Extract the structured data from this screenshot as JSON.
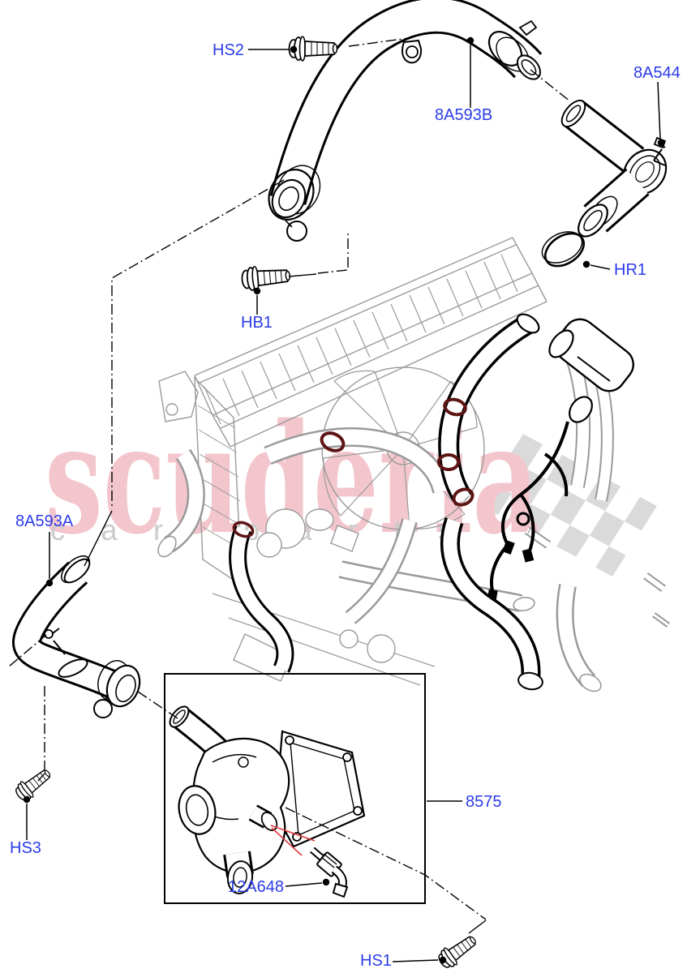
{
  "watermark": {
    "brand": "scuderia",
    "tagline": "car parts",
    "brand_color": "#F3C6CD",
    "tagline_color": "#CBCBCB",
    "flag_color": "#DADADA"
  },
  "diagram": {
    "label_color": "#2B3CE8",
    "arrow_color": "#E23B3B",
    "highlight_color": "#5D1414",
    "line_color": "#000000",
    "background_art_color": "#9A9A9A",
    "parts": [
      {
        "id": "hs2",
        "code": "HS2"
      },
      {
        "id": "8a593b",
        "code": "8A593B"
      },
      {
        "id": "8a544",
        "code": "8A544"
      },
      {
        "id": "hr1",
        "code": "HR1"
      },
      {
        "id": "hb1",
        "code": "HB1"
      },
      {
        "id": "8a593a",
        "code": "8A593A"
      },
      {
        "id": "hs3",
        "code": "HS3"
      },
      {
        "id": "8575",
        "code": "8575"
      },
      {
        "id": "12a648",
        "code": "12A648"
      },
      {
        "id": "hs1",
        "code": "HS1"
      }
    ]
  }
}
